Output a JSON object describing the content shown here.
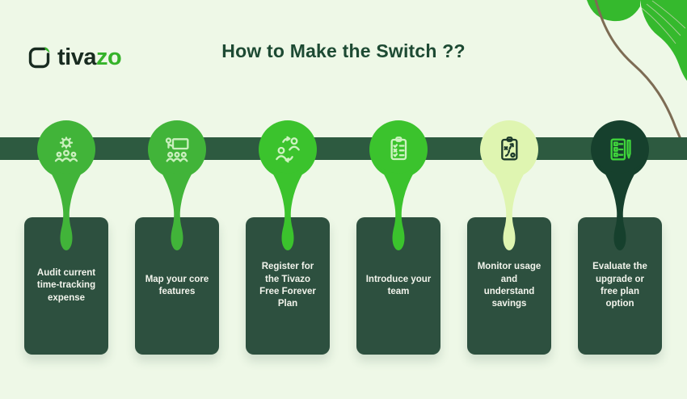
{
  "logo": {
    "brand_dark": "tiva",
    "brand_green": "zo"
  },
  "title": "How to Make the Switch ??",
  "colors": {
    "background": "#eef8e7",
    "band": "#2d5a40",
    "card": "#2d503f",
    "title_text": "#1d4a33",
    "brand_green": "#35b32a",
    "decor_blob": "#35b92d",
    "decor_line": "#7d6c54"
  },
  "steps": [
    {
      "icon": "team-gear-icon",
      "label": "Audit current\ntime-tracking\nexpense",
      "pin": "#41b439",
      "ink": "#c9efbd"
    },
    {
      "icon": "presentation-icon",
      "label": "Map your core\nfeatures",
      "pin": "#41b439",
      "ink": "#c9efbd"
    },
    {
      "icon": "swap-people-icon",
      "label": "Register for\nthe Tivazo\nFree Forever\nPlan",
      "pin": "#3bc32d",
      "ink": "#cdf3c0"
    },
    {
      "icon": "clipboard-checklist-icon",
      "label": "Introduce your\nteam",
      "pin": "#3bc32d",
      "ink": "#cdf3c0"
    },
    {
      "icon": "strategy-board-icon",
      "label": "Monitor usage\nand\nunderstand\nsavings",
      "pin": "#dff5b1",
      "ink": "#1c3a2b"
    },
    {
      "icon": "form-pen-icon",
      "label": "Evaluate the\nupgrade or\nfree plan\noption",
      "pin": "#16402d",
      "ink": "#3fd43b"
    }
  ]
}
